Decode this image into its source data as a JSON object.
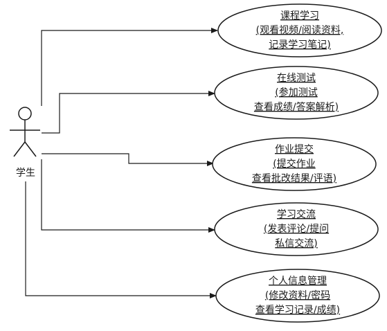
{
  "actor": {
    "label": "学生"
  },
  "use_cases": [
    {
      "id": "course-study",
      "lines": [
        "课程学习",
        "(观看视频/阅读资料,",
        "记录学习笔记)"
      ]
    },
    {
      "id": "online-test",
      "lines": [
        "在线测试",
        "(参加测试",
        "查看成绩/答案解析)"
      ]
    },
    {
      "id": "homework-submit",
      "lines": [
        "作业提交",
        "(提交作业",
        "查看批改结果/评语)"
      ]
    },
    {
      "id": "study-exchange",
      "lines": [
        "学习交流",
        "(发表评论/提问",
        "私信交流)"
      ]
    },
    {
      "id": "personal-info",
      "lines": [
        "个人信息管理",
        "(修改资料/密码",
        "查看学习记录/成绩)"
      ]
    }
  ],
  "colors": {
    "stroke": "#1a1a1a",
    "fill": "#ffffff",
    "text": "#1a1a1a"
  }
}
